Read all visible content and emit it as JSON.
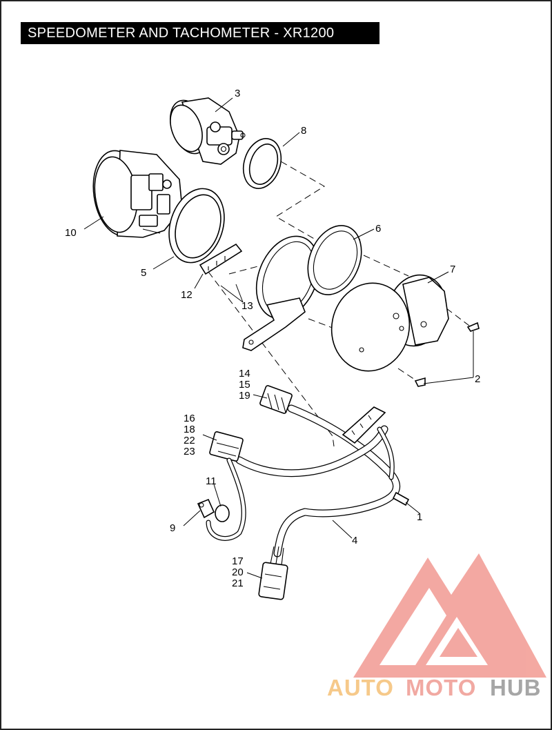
{
  "title": "SPEEDOMETER AND TACHOMETER - XR1200",
  "callouts": {
    "c1": "1",
    "c2": "2",
    "c3": "3",
    "c4": "4",
    "c5": "5",
    "c6": "6",
    "c7": "7",
    "c8": "8",
    "c9": "9",
    "c10": "10",
    "c11": "11",
    "c12": "12",
    "c13": "13",
    "c14": "14",
    "c15": "15",
    "c19": "19",
    "c16": "16",
    "c18": "18",
    "c22": "22",
    "c23": "23",
    "c17": "17",
    "c20": "20",
    "c21": "21"
  },
  "watermark": {
    "auto": "AUTO",
    "moto": "MOTO",
    "hub": "HUB",
    "colors": {
      "auto": "#f6c98a",
      "moto": "#f1a9a2",
      "hub": "#a6a6a6",
      "logo": "#f29a92"
    }
  }
}
